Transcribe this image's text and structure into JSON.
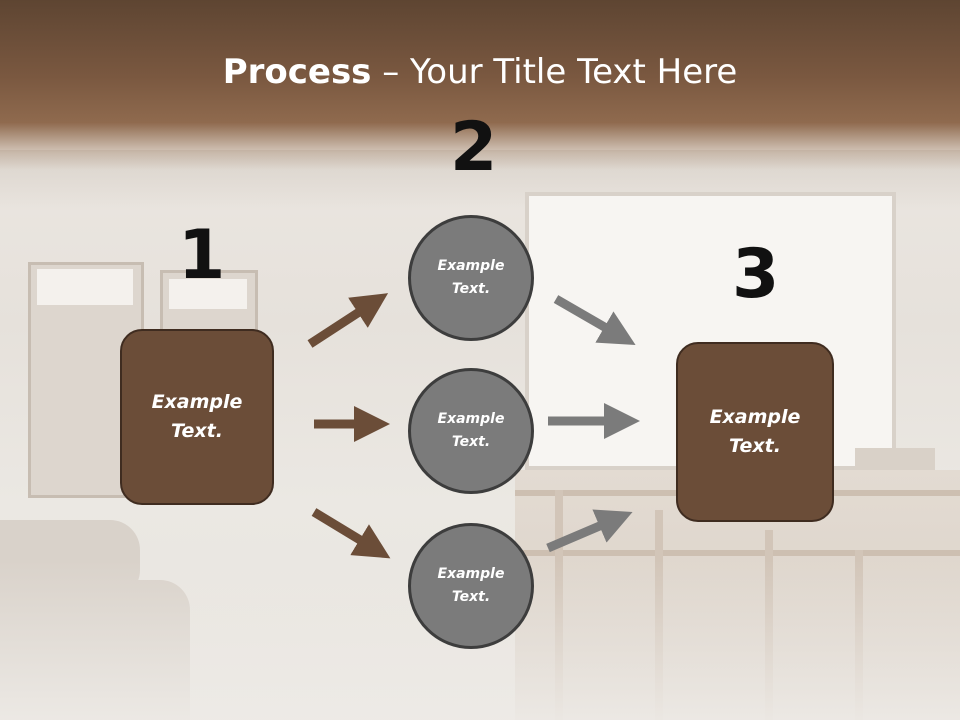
{
  "title": {
    "bold": "Process",
    "rest": " – Your Title Text Here"
  },
  "steps": [
    "1",
    "2",
    "3"
  ],
  "left_box": {
    "label": "Example Text."
  },
  "right_box": {
    "label": "Example Text."
  },
  "circles": [
    {
      "label": "Example Text."
    },
    {
      "label": "Example Text."
    },
    {
      "label": "Example Text."
    }
  ],
  "colors": {
    "box_fill": "#6b4d38",
    "circle_fill": "#7b7b7b",
    "brown_arrow": "#6b4d38",
    "gray_arrow": "#7b7b7b",
    "title_band": "#7a5840"
  }
}
